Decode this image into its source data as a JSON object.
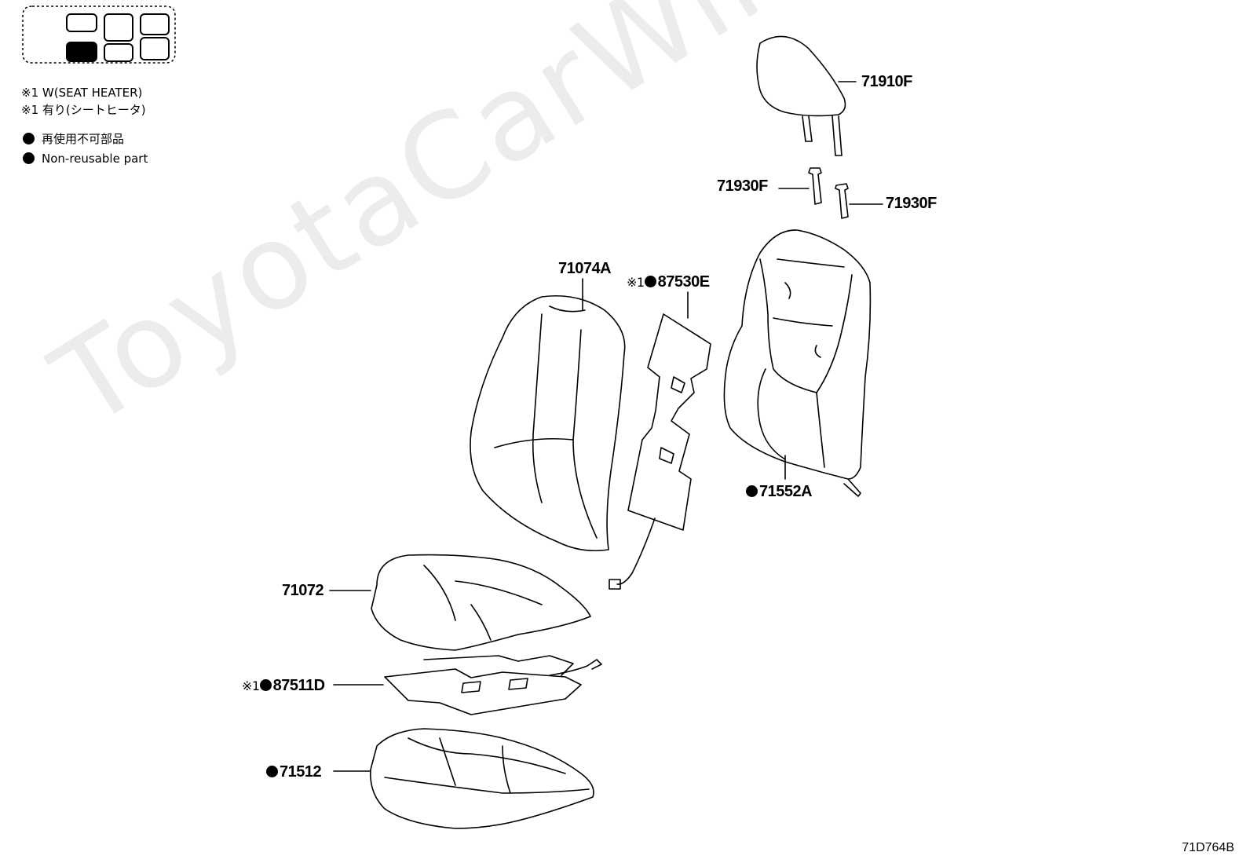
{
  "watermark": "ToyotaCarWine.ru",
  "legend": {
    "ref_line_en": "※1 W(SEAT HEATER)",
    "ref_line_jp": "※1 有り(シートヒータ)",
    "nonreusable_jp": "再使用不可部品",
    "nonreusable_en": "Non-reusable part"
  },
  "parts": {
    "p71910F": "71910F",
    "p71930F_left": "71930F",
    "p71930F_right": "71930F",
    "p71074A": "71074A",
    "p87530E_ref": "※1",
    "p87530E": "87530E",
    "p71552A": "71552A",
    "p71072": "71072",
    "p87511D_ref": "※1",
    "p87511D": "87511D",
    "p71512": "71512"
  },
  "figure_code": "71D764B"
}
